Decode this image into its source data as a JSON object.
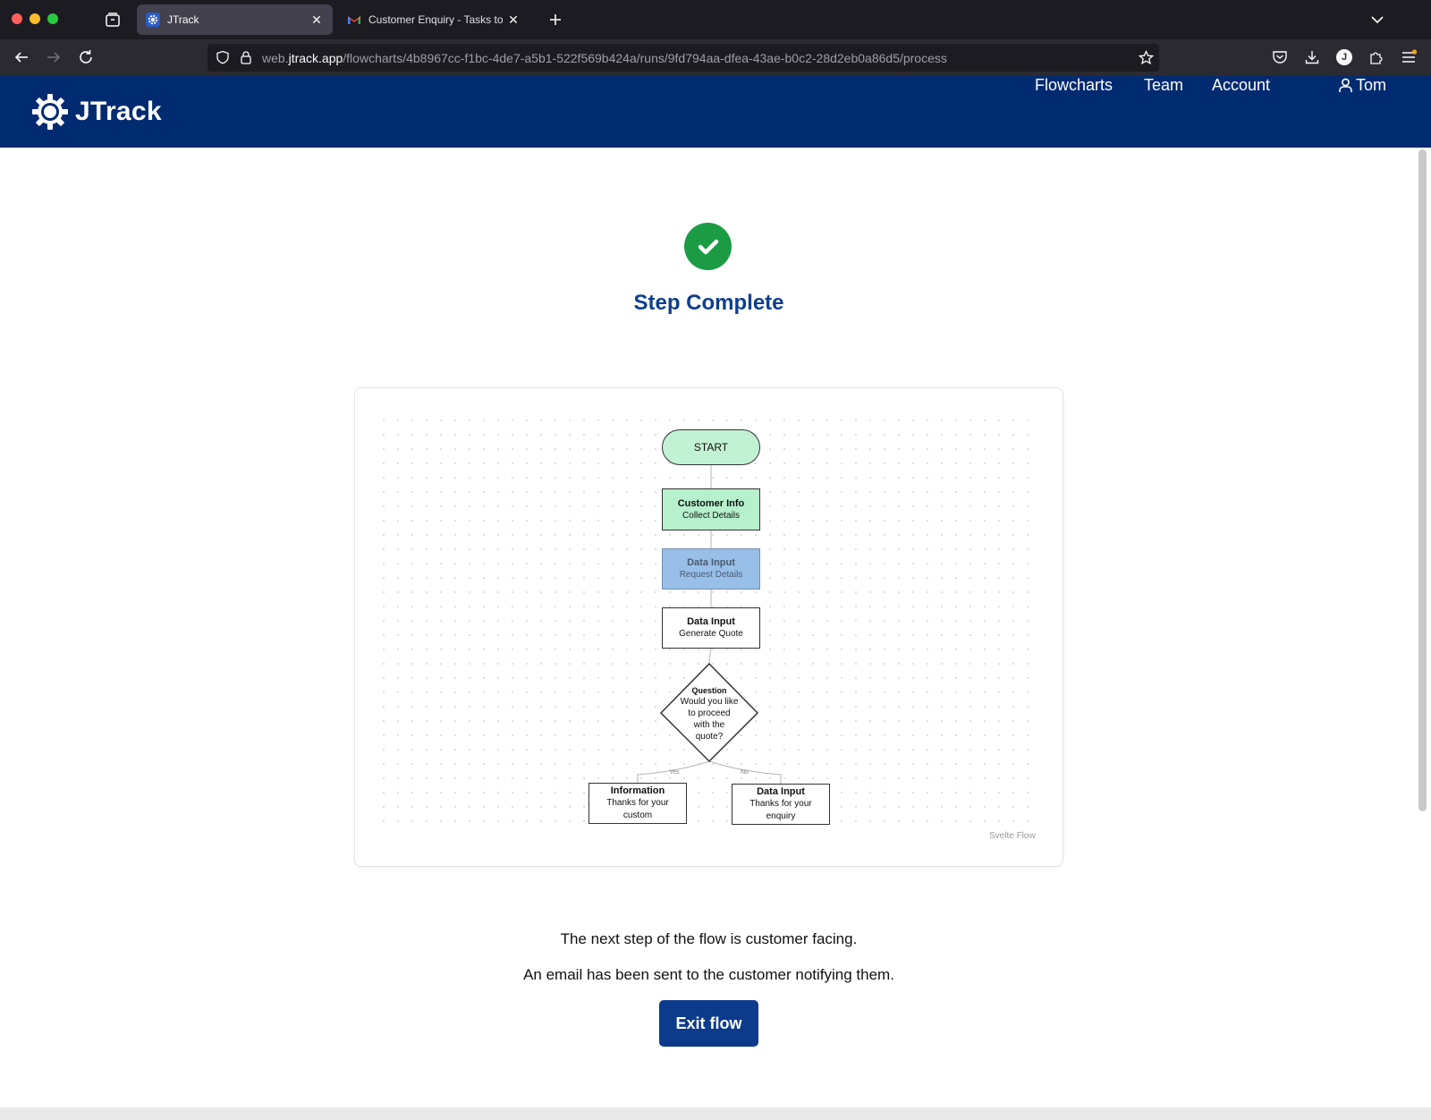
{
  "browser": {
    "tabs": [
      {
        "title": "JTrack",
        "active": true
      },
      {
        "title": "Customer Enquiry - Tasks to com",
        "active": false
      }
    ],
    "url": {
      "host_prefix": "web.",
      "host_domain": "jtrack.app",
      "path": "/flowcharts/4b8967cc-f1bc-4de7-a5b1-522f569b424a/runs/9fd794aa-dfea-43ae-b0c2-28d2eb0a86d5/process"
    },
    "profile_initial": "J"
  },
  "header": {
    "brand": "JTrack",
    "nav": [
      "Flowcharts",
      "Team",
      "Account"
    ],
    "user": "Tom"
  },
  "main": {
    "title": "Step Complete",
    "flow": {
      "start": "START",
      "customer_info": {
        "title": "Customer Info",
        "subtitle": "Collect Details"
      },
      "request_details": {
        "title": "Data Input",
        "subtitle": "Request Details"
      },
      "generate_quote": {
        "title": "Data Input",
        "subtitle": "Generate Quote"
      },
      "question": {
        "title": "Question",
        "text": "Would you like to proceed with the quote?"
      },
      "yes_label": "Yes",
      "no_label": "No",
      "information": {
        "title": "Information",
        "subtitle": "Thanks for your custom"
      },
      "thanks_enquiry": {
        "title": "Data Input",
        "subtitle": "Thanks for your enquiry"
      },
      "attribution": "Svelte Flow"
    },
    "message_1": "The next step of the flow is customer facing.",
    "message_2": "An email has been sent to the customer notifying them.",
    "exit_button": "Exit flow"
  },
  "colors": {
    "header_bg": "#002b70",
    "success_green": "#1c9b45",
    "title_blue": "#0f3f8c",
    "button_blue": "#0d3b8c",
    "start_node": "#c2f2d4",
    "completed_node": "#b6f0cc",
    "current_node": "#98bfe8"
  }
}
